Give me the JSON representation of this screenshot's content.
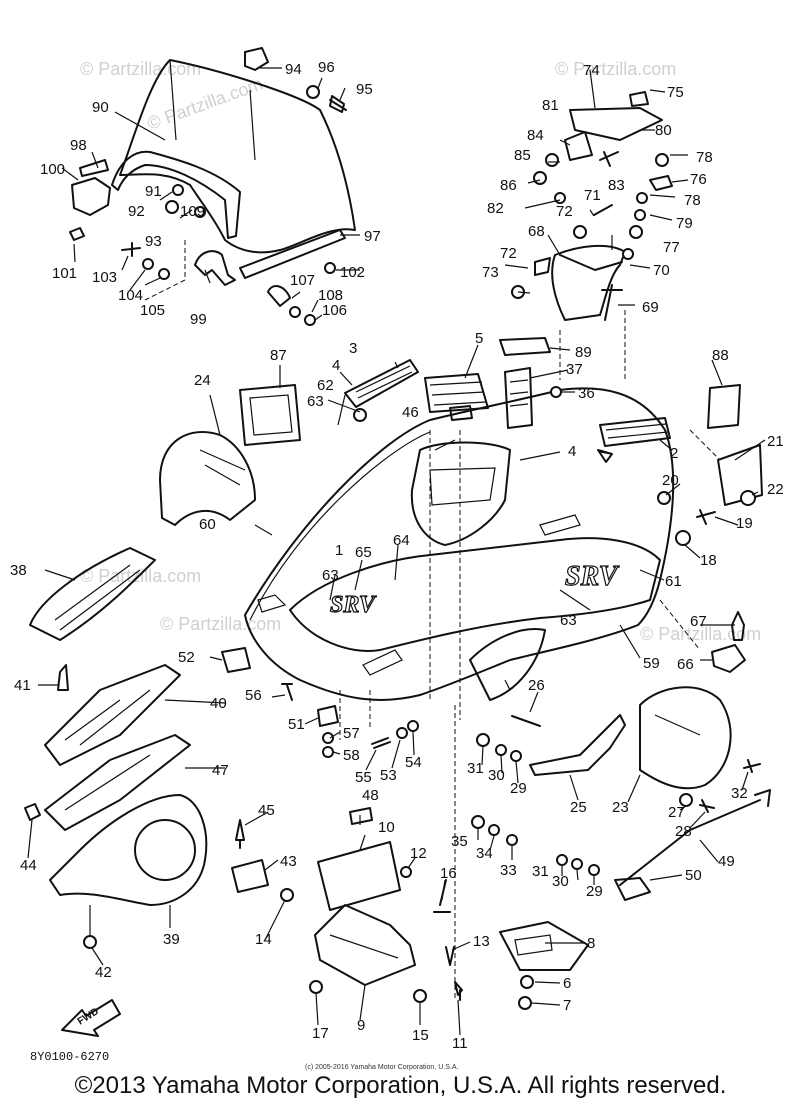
{
  "diagram": {
    "part_numbers": [
      "1",
      "2",
      "3",
      "4",
      "5",
      "6",
      "7",
      "8",
      "9",
      "10",
      "11",
      "12",
      "13",
      "14",
      "15",
      "16",
      "17",
      "18",
      "19",
      "20",
      "21",
      "22",
      "23",
      "24",
      "25",
      "26",
      "27",
      "28",
      "29",
      "30",
      "31",
      "32",
      "33",
      "34",
      "35",
      "36",
      "37",
      "38",
      "39",
      "40",
      "41",
      "42",
      "43",
      "44",
      "45",
      "46",
      "47",
      "48",
      "49",
      "50",
      "51",
      "52",
      "53",
      "54",
      "55",
      "56",
      "57",
      "58",
      "59",
      "60",
      "61",
      "62",
      "63",
      "64",
      "65",
      "66",
      "67",
      "68",
      "69",
      "70",
      "71",
      "72",
      "73",
      "74",
      "75",
      "76",
      "77",
      "78",
      "79",
      "80",
      "81",
      "82",
      "83",
      "84",
      "85",
      "86",
      "87",
      "88",
      "89",
      "90",
      "91",
      "92",
      "93",
      "94",
      "95",
      "96",
      "97",
      "98",
      "99",
      "100",
      "101",
      "102",
      "103",
      "104",
      "105",
      "106",
      "107",
      "108",
      "109"
    ],
    "watermark": "© Partzilla.com",
    "logo_text": "SRV",
    "fwd_label": "FWD",
    "drawing_code": "8Y0100-6270",
    "small_notice": "(c) 2005-2016 Yamaha Motor Corporation, U.S.A."
  },
  "footer": {
    "copyright": "©2013 Yamaha Motor Corporation, U.S.A. All rights reserved."
  }
}
